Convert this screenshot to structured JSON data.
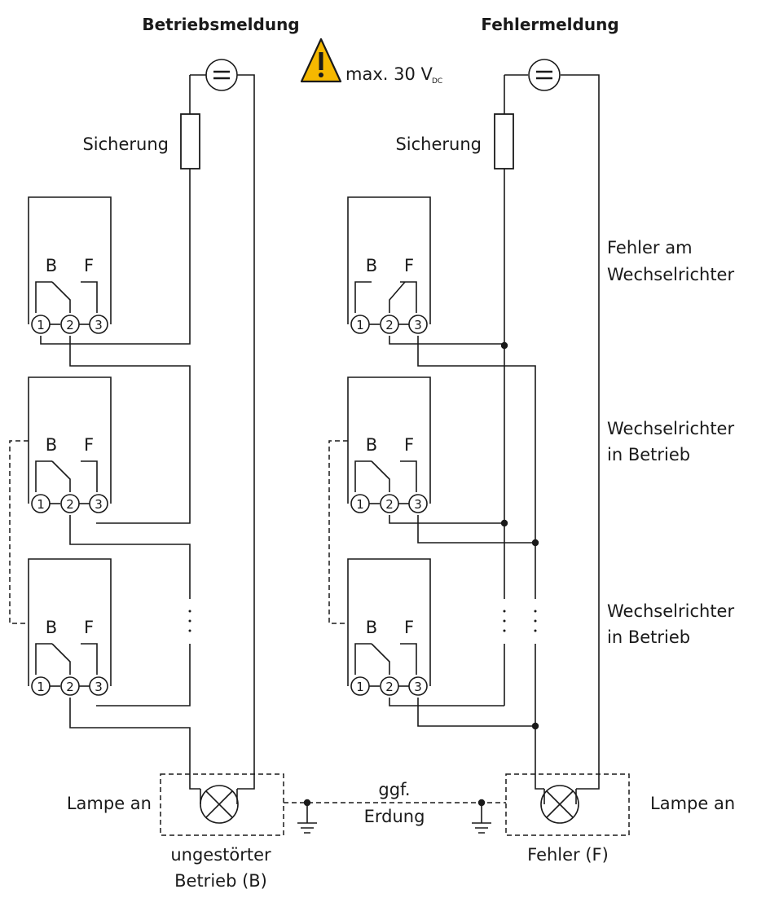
{
  "headings": {
    "left": "Betriebsmeldung",
    "right": "Fehlermeldung"
  },
  "warning": {
    "text": "max. 30 V",
    "subscript": "DC",
    "color": "#f5b800"
  },
  "labels": {
    "fuse_left": "Sicherung",
    "fuse_right": "Sicherung",
    "status_1": [
      "Fehler am",
      "Wechselrichter"
    ],
    "status_2": [
      "Wechselrichter",
      "in Betrieb"
    ],
    "status_3": [
      "Wechselrichter",
      "in Betrieb"
    ],
    "lamp_left": "Lampe an",
    "lamp_right": "Lampe an",
    "lamp_left_caption": [
      "ungestörter",
      "Betrieb (B)"
    ],
    "lamp_right_caption": "Fehler (F)",
    "ground": [
      "ggf.",
      "Erdung"
    ]
  },
  "relay": {
    "contact_b": "B",
    "contact_f": "F",
    "terminals": [
      "1",
      "2",
      "3"
    ]
  }
}
